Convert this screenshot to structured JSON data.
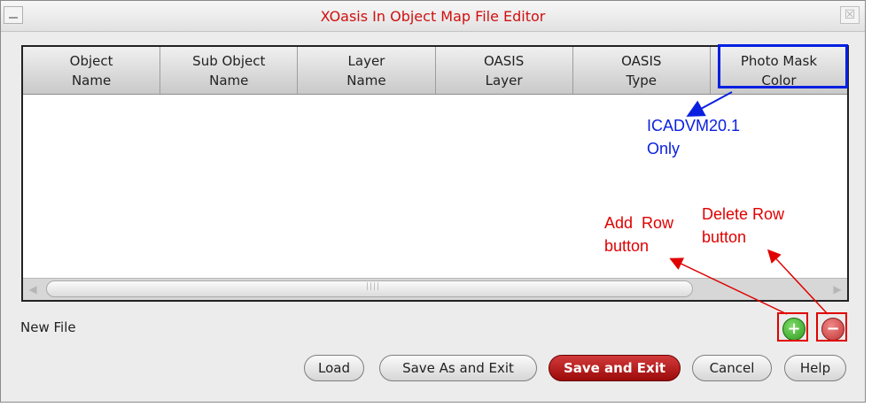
{
  "window": {
    "title": "XOasis In Object Map File Editor",
    "close_glyph": "☒"
  },
  "table": {
    "columns": [
      "Object\nName",
      "Sub Object\nName",
      "Layer\nName",
      "OASIS\nLayer",
      "OASIS\nType",
      "Photo Mask\nColor"
    ]
  },
  "status": {
    "text": "New File"
  },
  "row_buttons": {
    "add_glyph": "+",
    "delete_glyph": "−"
  },
  "buttons": {
    "load": "Load",
    "save_as_exit": "Save As and Exit",
    "save_exit": "Save and Exit",
    "cancel": "Cancel",
    "help": "Help"
  },
  "annotations": {
    "icadvm": [
      "ICADVM20.1",
      "Only"
    ],
    "add_row": [
      "Add  Row",
      "button"
    ],
    "delete_row": [
      "Delete Row",
      "button"
    ]
  },
  "colors": {
    "title": "#d01010",
    "annotation_blue": "#0a20e0",
    "annotation_red": "#e00000",
    "primary_button": "#b01818"
  }
}
